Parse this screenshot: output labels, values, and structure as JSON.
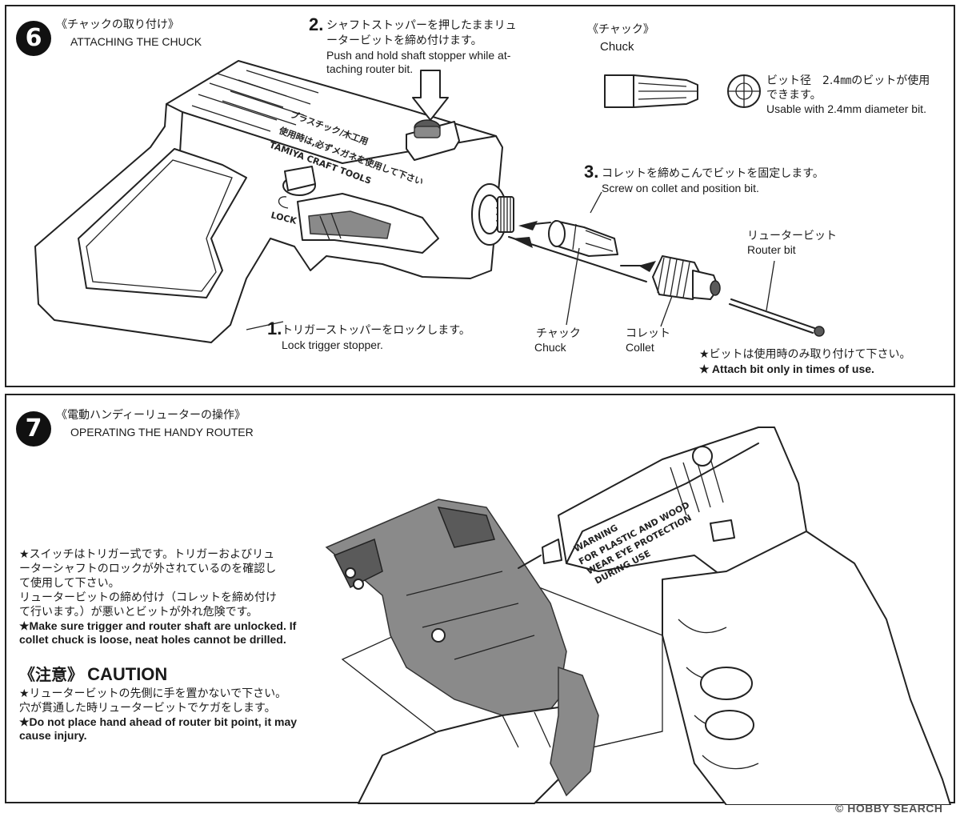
{
  "step6": {
    "number": "6",
    "title_jp": "《チャックの取り付け》",
    "title_en": "ATTACHING THE CHUCK",
    "step2": {
      "num": "2.",
      "jp": "シャフトストッパーを押したままリュ",
      "jp2": "ータービットを締め付けます。",
      "en1": "Push and hold shaft stopper while at-",
      "en2": "taching router bit."
    },
    "step1": {
      "num": "1.",
      "jp": "トリガーストッパーをロックします。",
      "en": "Lock trigger stopper."
    },
    "step3": {
      "num": "3.",
      "jp": "コレットを締めこんでビットを固定します。",
      "en": "Screw on collet and position bit."
    },
    "chuck_box": {
      "title_jp": "《チャック》",
      "title_en": "Chuck",
      "jp1": "ビット径　2.4㎜のビットが使用",
      "jp2": "できます。",
      "en": "Usable with 2.4mm diameter bit."
    },
    "router_bit_jp": "リュータービット",
    "router_bit_en": "Router bit",
    "chuck_jp": "チャック",
    "chuck_en": "Chuck",
    "collet_jp": "コレット",
    "collet_en": "Collet",
    "note_jp": "★ビットは使用時のみ取り付けて下さい。",
    "note_en": "★ Attach bit only in times of use.",
    "tool_label_lock": "LOCK",
    "tool_label_jp1": "プラスチック/木工用",
    "tool_label_jp2": "使用時は,必ずメガネを使用して下さい",
    "tool_label_en": "TAMIYA CRAFT TOOLS"
  },
  "step7": {
    "number": "7",
    "title_jp": "《電動ハンディーリューターの操作》",
    "title_en": "OPERATING THE HANDY ROUTER",
    "instructions": [
      "★スイッチはトリガー式です。トリガーおよびリュ",
      "ーターシャフトのロックが外されているのを確認し",
      "て使用して下さい。",
      "リュータービットの締め付け（コレットを締め付け",
      "て行います。）が悪いとビットが外れ危険です。",
      "★Make sure trigger and router shaft are unlocked. If",
      "collet chuck is loose, neat holes cannot be drilled."
    ],
    "caution_title_jp": "《注意》",
    "caution_title_en": "CAUTION",
    "caution_lines": [
      "★リュータービットの先側に手を置かないで下さい。",
      "穴が貫通した時リュータービットでケガをします。",
      "★Do not place hand ahead of router bit point, it may",
      "cause injury."
    ],
    "warning_label": [
      "WARNING",
      "FOR PLASTIC AND WOOD",
      "WEAR EYE PROTECTION",
      "DURING USE"
    ]
  },
  "watermark": "HOBBY SEARCH",
  "watermark_prefix": "©"
}
